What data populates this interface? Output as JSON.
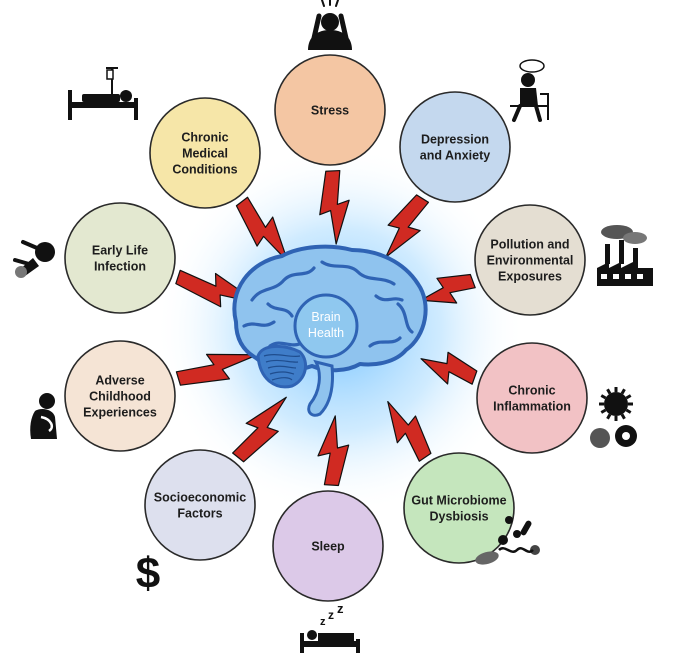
{
  "center": {
    "lines": [
      "Brain",
      "Health"
    ],
    "fill": "#8fc8ef",
    "brain_color": "#2f63b4",
    "glow": "#7ac8ff"
  },
  "factors": [
    {
      "id": "stress",
      "lines": [
        "Stress"
      ],
      "fill": "#f4c6a3",
      "icon": "stressed-person-icon"
    },
    {
      "id": "depression-anxiety",
      "lines": [
        "Depression",
        "and Anxiety"
      ],
      "fill": "#c4d8ee",
      "icon": "sad-person-rain-cloud-icon"
    },
    {
      "id": "pollution",
      "lines": [
        "Pollution and",
        "Environmental",
        "Exposures"
      ],
      "fill": "#e4ded2",
      "icon": "factory-smoke-icon"
    },
    {
      "id": "chronic-inflammation",
      "lines": [
        "Chronic",
        "Inflammation"
      ],
      "fill": "#f2c2c5",
      "icon": "inflamed-cells-icon"
    },
    {
      "id": "gut-microbiome",
      "lines": [
        "Gut Microbiome",
        "Dysbiosis"
      ],
      "fill": "#c5e6bd",
      "icon": "bacteria-icon"
    },
    {
      "id": "sleep",
      "lines": [
        "Sleep"
      ],
      "fill": "#dcc9e8",
      "icon": "bed-sleep-icon"
    },
    {
      "id": "socioeconomic",
      "lines": [
        "Socioeconomic",
        "Factors"
      ],
      "fill": "#dde0ee",
      "icon": "dollar-sign-icon"
    },
    {
      "id": "adverse-childhood",
      "lines": [
        "Adverse",
        "Childhood",
        "Experiences"
      ],
      "fill": "#f5e4d5",
      "icon": "crouching-child-icon"
    },
    {
      "id": "early-life-infection",
      "lines": [
        "Early Life",
        "Infection"
      ],
      "fill": "#e3e8d0",
      "icon": "baby-icon"
    },
    {
      "id": "chronic-medical",
      "lines": [
        "Chronic",
        "Medical",
        "Conditions"
      ],
      "fill": "#f6e6a8",
      "icon": "hospital-bed-icon"
    }
  ],
  "colors": {
    "node_stroke": "#2a2a2a",
    "bolt_fill": "#d02a22",
    "bolt_stroke": "#111111",
    "icon": "#111111"
  }
}
